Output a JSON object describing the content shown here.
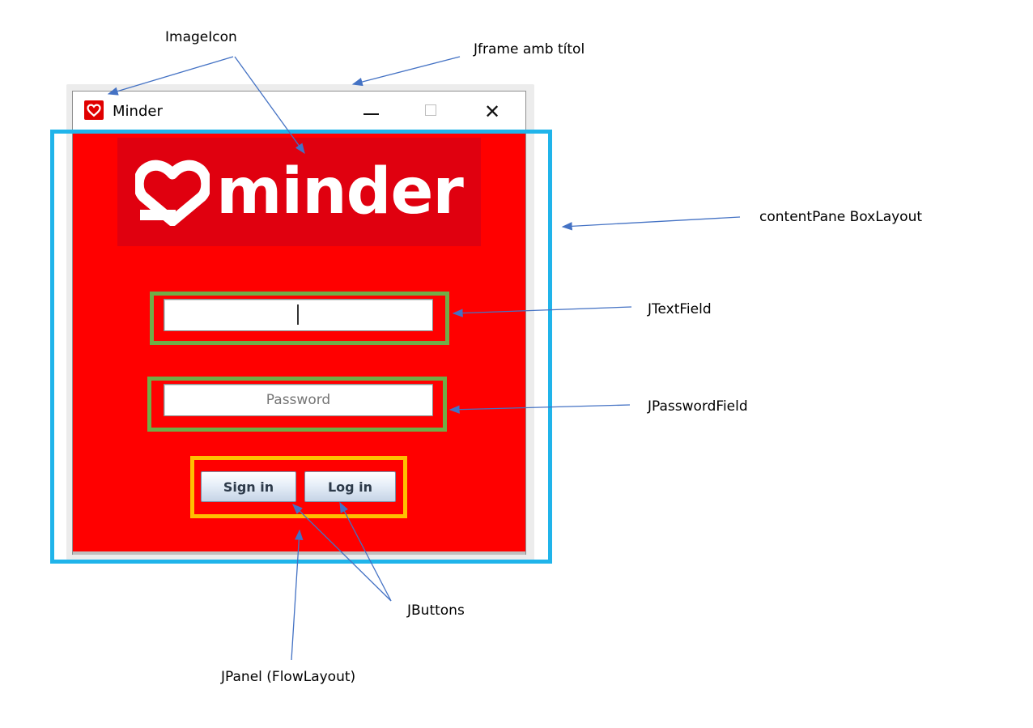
{
  "window": {
    "title": "Minder",
    "minimize_glyph": "—",
    "maximize_glyph": "□",
    "close_glyph": "✕",
    "app_icon": "heart-icon"
  },
  "content": {
    "logo_text": "minder",
    "logo_icon": "heart-outline-icon",
    "username_field": {
      "value": "",
      "placeholder": ""
    },
    "password_field": {
      "value": "",
      "placeholder": "Password"
    },
    "buttons": [
      {
        "label": "Sign in"
      },
      {
        "label": "Log in"
      }
    ]
  },
  "annotations": {
    "imageicon": "ImageIcon",
    "jframe": "Jframe amb títol",
    "contentpane": "contentPane BoxLayout",
    "jtextfield": "JTextField",
    "jpasswordfield": "JPasswordField",
    "jbuttons": "JButtons",
    "jpanel": "JPanel (FlowLayout)"
  },
  "colors": {
    "content_background": "#ff0000",
    "logo_background": "#e0000f",
    "contentpane_box": "#20b4ea",
    "field_box": "#70ad47",
    "panel_box": "#ffc000",
    "arrow": "#4472c4"
  }
}
